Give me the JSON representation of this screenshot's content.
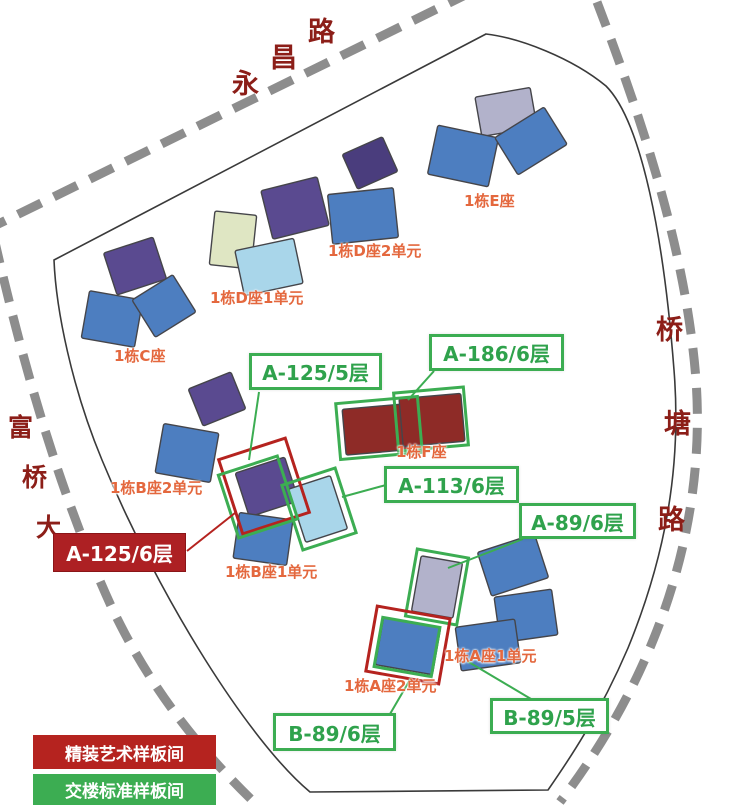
{
  "roads": {
    "top": "永昌路",
    "right": "桥塘路",
    "left": "富桥大"
  },
  "building_labels": {
    "e": "1栋E座",
    "d2": "1栋D座2单元",
    "d1": "1栋D座1单元",
    "c": "1栋C座",
    "f": "1栋F座",
    "b2": "1栋B座2单元",
    "b1": "1栋B座1单元",
    "a1": "1栋A座1单元",
    "a2": "1栋A座2单元"
  },
  "unit_tags": {
    "a125_5": "A-125/5层",
    "a186_6": "A-186/6层",
    "a113_6": "A-113/6层",
    "a89_6": "A-89/6层",
    "b89_5": "B-89/5层",
    "b89_6": "B-89/6层",
    "a125_6": "A-125/6层"
  },
  "legend": {
    "deluxe": "精装艺术样板间",
    "standard": "交楼标准样板间"
  },
  "colors": {
    "blue": "#4d7ec0",
    "purple": "#5a4a90",
    "dark_purple": "#4a3d7d",
    "light_blue": "#a9d6ea",
    "cream": "#dfe6c3",
    "gray": "#b2b2cb",
    "dark_red": "#8e2b27",
    "marker_green": "#3cad52",
    "marker_red": "#b5231f",
    "label_orange": "#e4683e",
    "road_text": "#8c1e18"
  }
}
